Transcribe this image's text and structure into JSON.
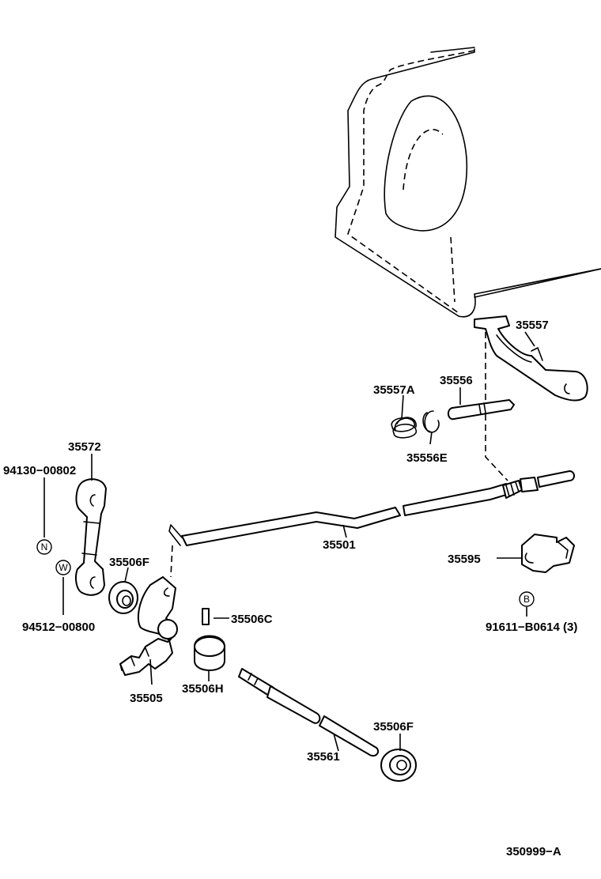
{
  "diagram": {
    "labels": {
      "p35557": "35557",
      "p35557a": "35557A",
      "p35556": "35556",
      "p35556e": "35556E",
      "p35572": "35572",
      "p94130": "94130−00802",
      "p35501": "35501",
      "p35595": "35595",
      "p35506f_top": "35506F",
      "p35506c": "35506C",
      "p94512": "94512−00800",
      "p91611": "91611−B0614 (3)",
      "p35505": "35505",
      "p35506h": "35506H",
      "p35506f_bot": "35506F",
      "p35561": "35561",
      "ref_code": "350999−A"
    },
    "symbols": {
      "n": "N",
      "w": "W",
      "b": "B"
    }
  }
}
